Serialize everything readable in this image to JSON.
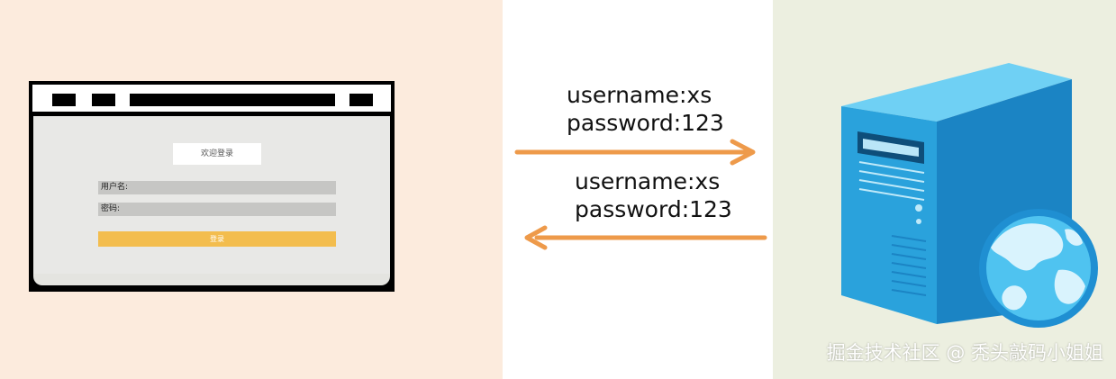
{
  "login_window": {
    "welcome": "欢迎登录",
    "username_label": "用户名:",
    "password_label": "密码:",
    "login_button": "登录"
  },
  "request": {
    "username": "username:xs",
    "password": "password:123"
  },
  "response": {
    "username": "username:xs",
    "password": "password:123"
  },
  "watermark": "掘金技术社区 @ 秃头敲码小姐姐",
  "colors": {
    "left_panel": "#fcebdd",
    "right_panel": "#ecefe0",
    "arrow": "#ee9a4a",
    "server_blue": "#2aa2dc",
    "login_button": "#f3bd4e"
  },
  "icons": {
    "server": "server-icon",
    "globe": "globe-icon"
  }
}
